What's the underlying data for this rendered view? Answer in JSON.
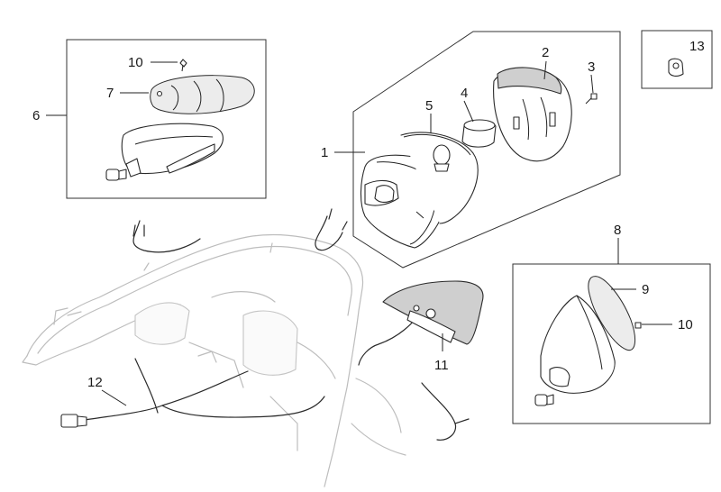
{
  "callouts": {
    "c1": "1",
    "c2": "2",
    "c3": "3",
    "c4": "4",
    "c5": "5",
    "c6": "6",
    "c7": "7",
    "c8": "8",
    "c9": "9",
    "c10a": "10",
    "c10b": "10",
    "c11": "11",
    "c12": "12",
    "c13": "13"
  },
  "colors": {
    "line": "#222222",
    "lens_grey": "#cfcfcf",
    "ghost_frame": "#bdbdbd"
  }
}
